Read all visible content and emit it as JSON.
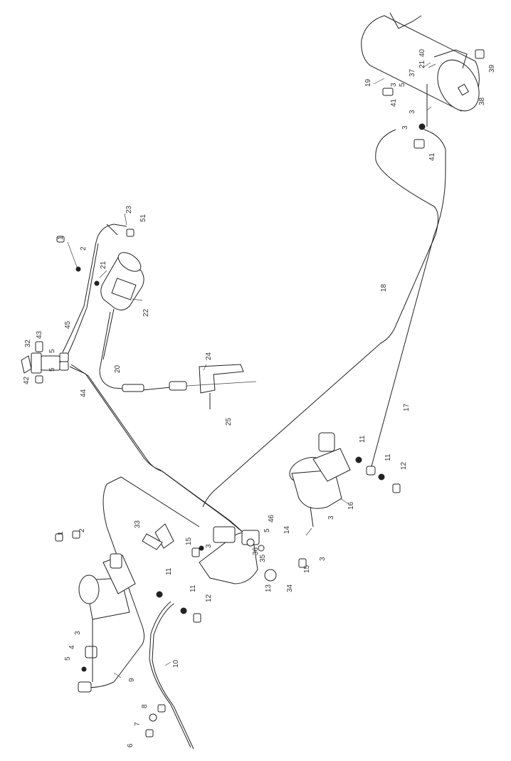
{
  "labels": {
    "l1a": "1",
    "l2a": "2",
    "l21": "21",
    "l22": "22",
    "l23": "23",
    "l51": "51",
    "l45": "45",
    "l32": "32",
    "l43": "43",
    "l5a": "5",
    "l5b": "5",
    "l42": "42",
    "l44": "44",
    "l20": "20",
    "l24": "24",
    "l25": "25",
    "l19": "19",
    "l40": "40",
    "l21b": "21",
    "l37": "37",
    "l5c": "5",
    "l3a": "3",
    "l41a": "41",
    "l38": "38",
    "l39": "39",
    "l3b": "3",
    "l3c": "3",
    "l41b": "41",
    "l18": "18",
    "l17": "17",
    "l11a": "11",
    "l11b": "11",
    "l12a": "12",
    "l16": "16",
    "l3d": "3",
    "l14": "14",
    "l3e": "3",
    "l15a": "15",
    "l46": "46",
    "l5d": "5",
    "l36": "36",
    "l35": "35",
    "l13": "13",
    "l34": "34",
    "l33": "33",
    "l15b": "15",
    "l3f": "3",
    "l1b": "1",
    "l2b": "2",
    "l3g": "3",
    "l4": "4",
    "l5e": "5",
    "l9": "9",
    "l11c": "11",
    "l11d": "11",
    "l12b": "12",
    "l10": "10",
    "l8": "8",
    "l7": "7",
    "l6": "6"
  }
}
